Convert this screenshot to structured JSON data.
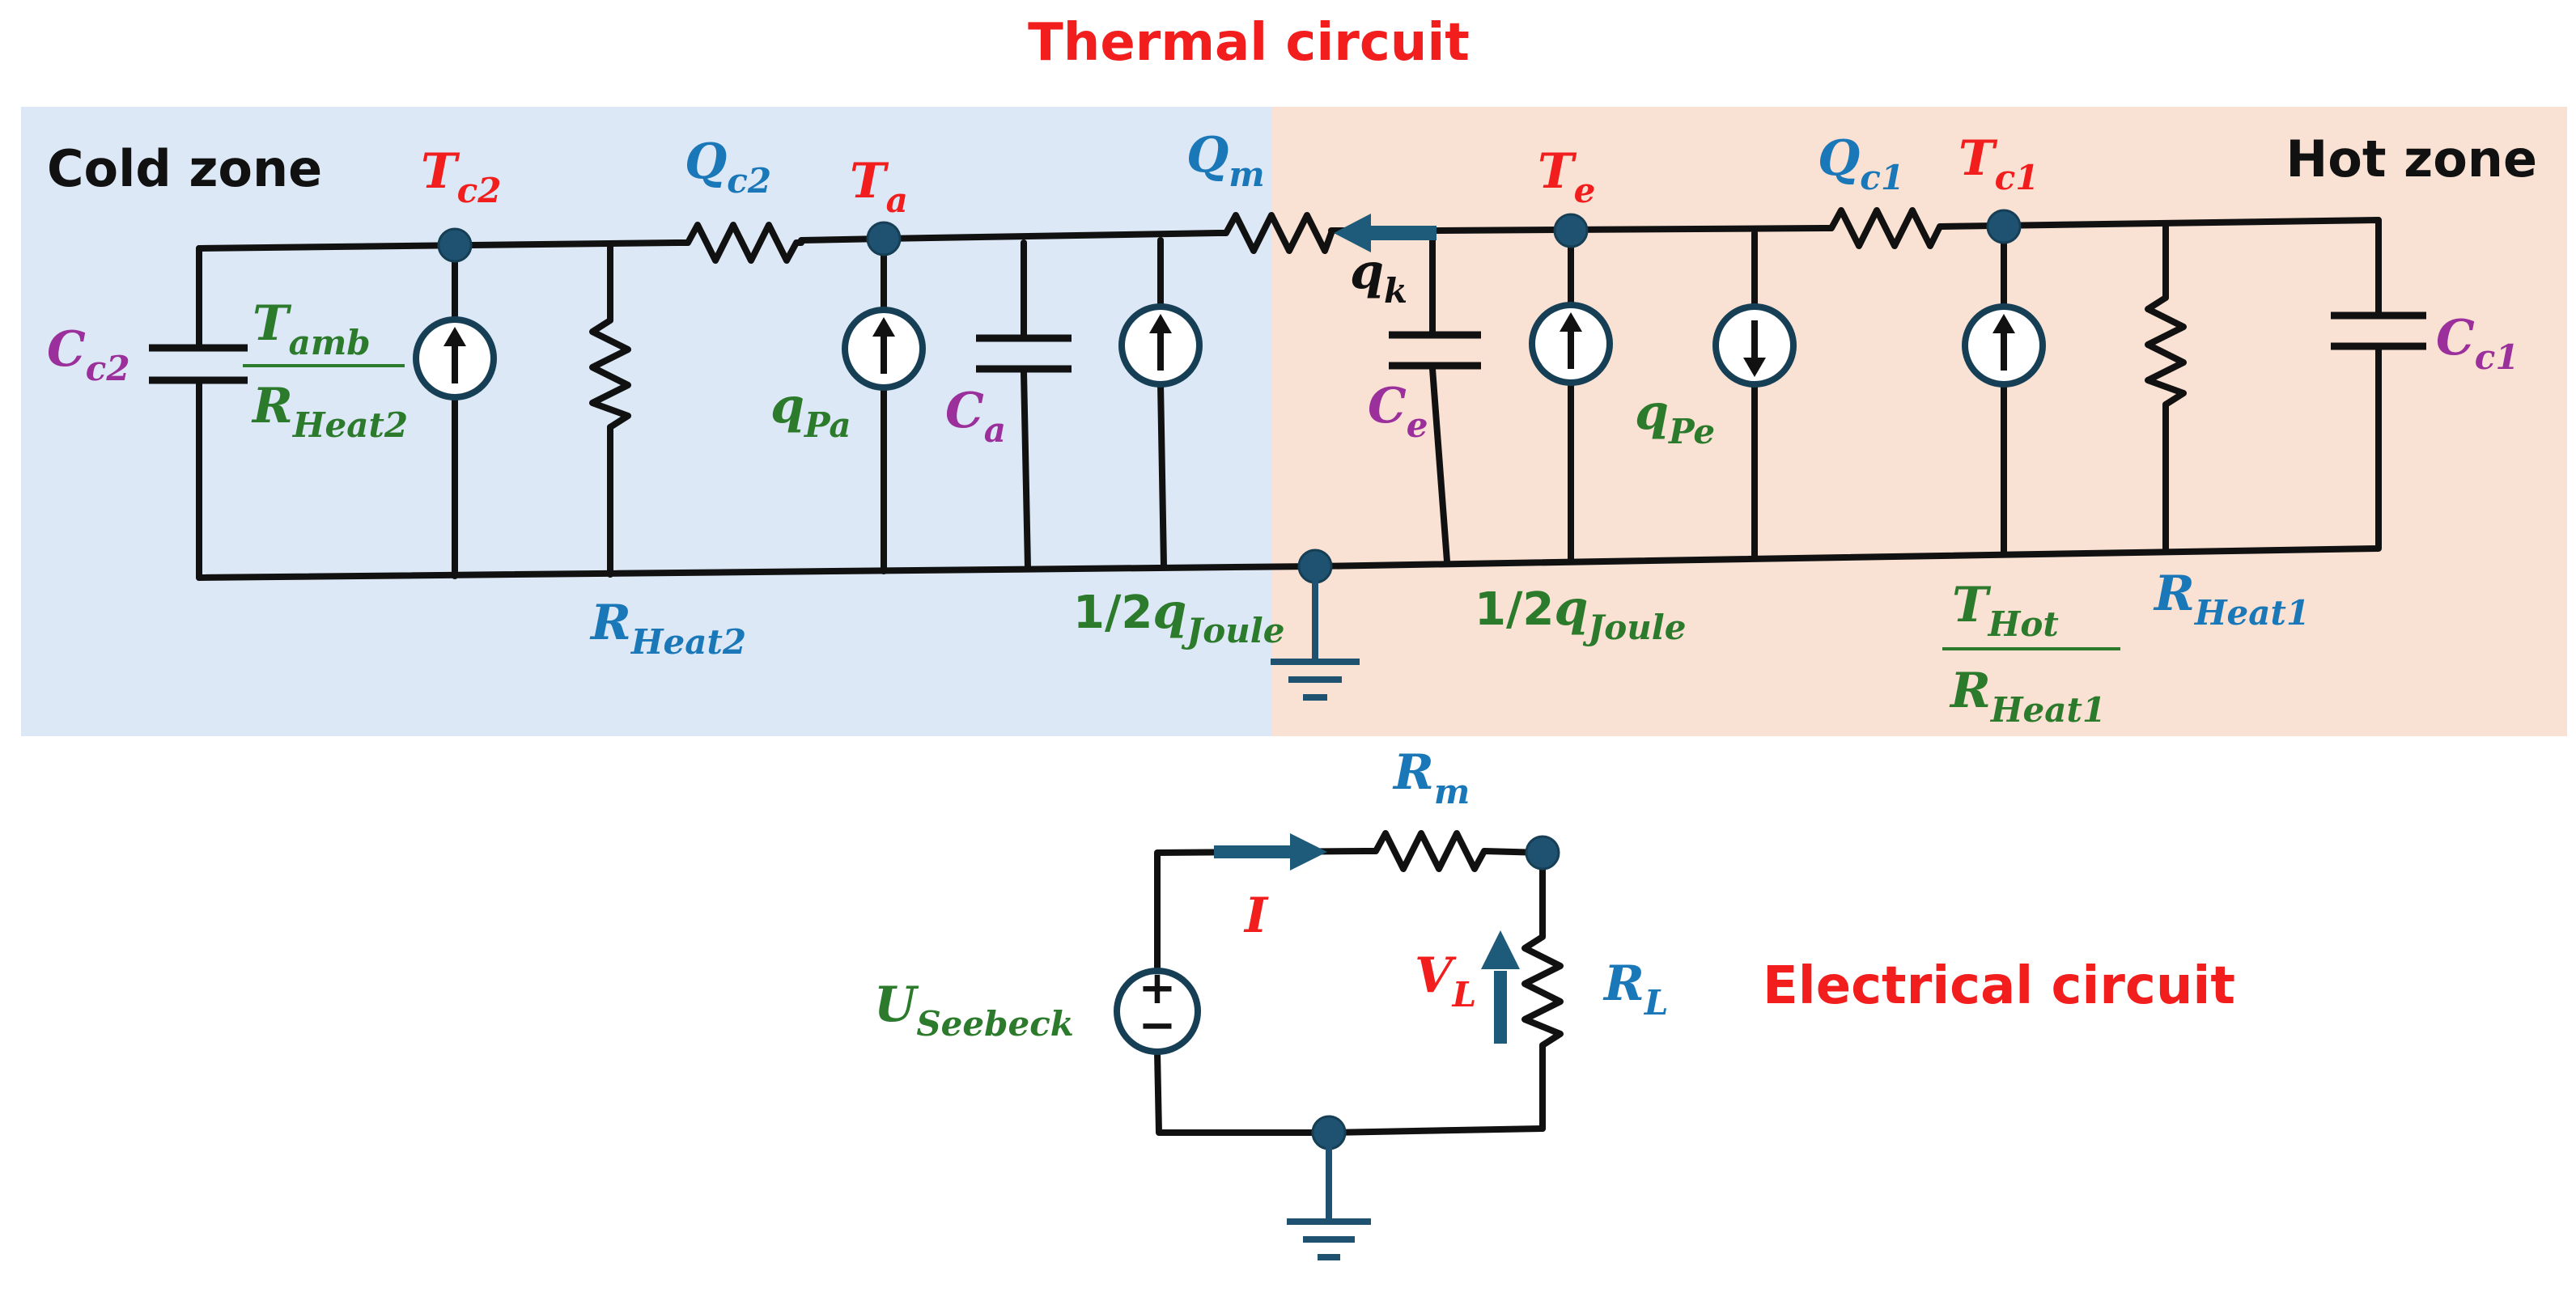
{
  "thermal_title": "Thermal circuit",
  "electrical_title": "Electrical circuit",
  "zones": {
    "cold": {
      "label": "Cold zone",
      "color": "#dce8f5"
    },
    "hot": {
      "label": "Hot zone",
      "color": "#f9e1d3"
    }
  },
  "colors": {
    "node_temperature": "#f21d1d",
    "heat_flow": "#1a78b8",
    "source_term": "#2c7a2c",
    "capacitance": "#9b2f9b",
    "wire": "#111111",
    "node_dot": "#1e5270"
  },
  "labels": {
    "Tc2": {
      "main": "T",
      "sub": "c2"
    },
    "Ta": {
      "main": "T",
      "sub": "a"
    },
    "Te": {
      "main": "T",
      "sub": "e"
    },
    "Tc1": {
      "main": "T",
      "sub": "c1"
    },
    "Qc2": {
      "main": "Q",
      "sub": "c2"
    },
    "Qm": {
      "main": "Q",
      "sub": "m"
    },
    "Qc1": {
      "main": "Q",
      "sub": "c1"
    },
    "qk": {
      "main": "q",
      "sub": "k"
    },
    "Cc2": {
      "main": "C",
      "sub": "c2"
    },
    "Ca": {
      "main": "C",
      "sub": "a"
    },
    "Ce": {
      "main": "C",
      "sub": "e"
    },
    "Cc1": {
      "main": "C",
      "sub": "c1"
    },
    "Tamb_num": {
      "main": "T",
      "sub": "amb"
    },
    "Rheat2_den": {
      "main": "R",
      "sub": "Heat2"
    },
    "qPa": {
      "main": "q",
      "sub": "Pa"
    },
    "qPe": {
      "main": "q",
      "sub": "Pe"
    },
    "RHeat2": {
      "main": "R",
      "sub": "Heat2"
    },
    "RHeat1": {
      "main": "R",
      "sub": "Heat1"
    },
    "joule_left": {
      "prefix": "1/2",
      "main": "q",
      "sub": "Joule"
    },
    "joule_right": {
      "prefix": "1/2",
      "main": "q",
      "sub": "Joule"
    },
    "Thot_num": {
      "main": "T",
      "sub": "Hot"
    },
    "Rheat1_den": {
      "main": "R",
      "sub": "Heat1"
    },
    "Rm": {
      "main": "R",
      "sub": "m"
    },
    "RL": {
      "main": "R",
      "sub": "L"
    },
    "VL": {
      "main": "V",
      "sub": "L"
    },
    "I": {
      "main": "I"
    },
    "USeebeck": {
      "main": "U",
      "sub": "Seebeck"
    }
  },
  "source_polarity": {
    "plus": "+",
    "minus": "−"
  }
}
